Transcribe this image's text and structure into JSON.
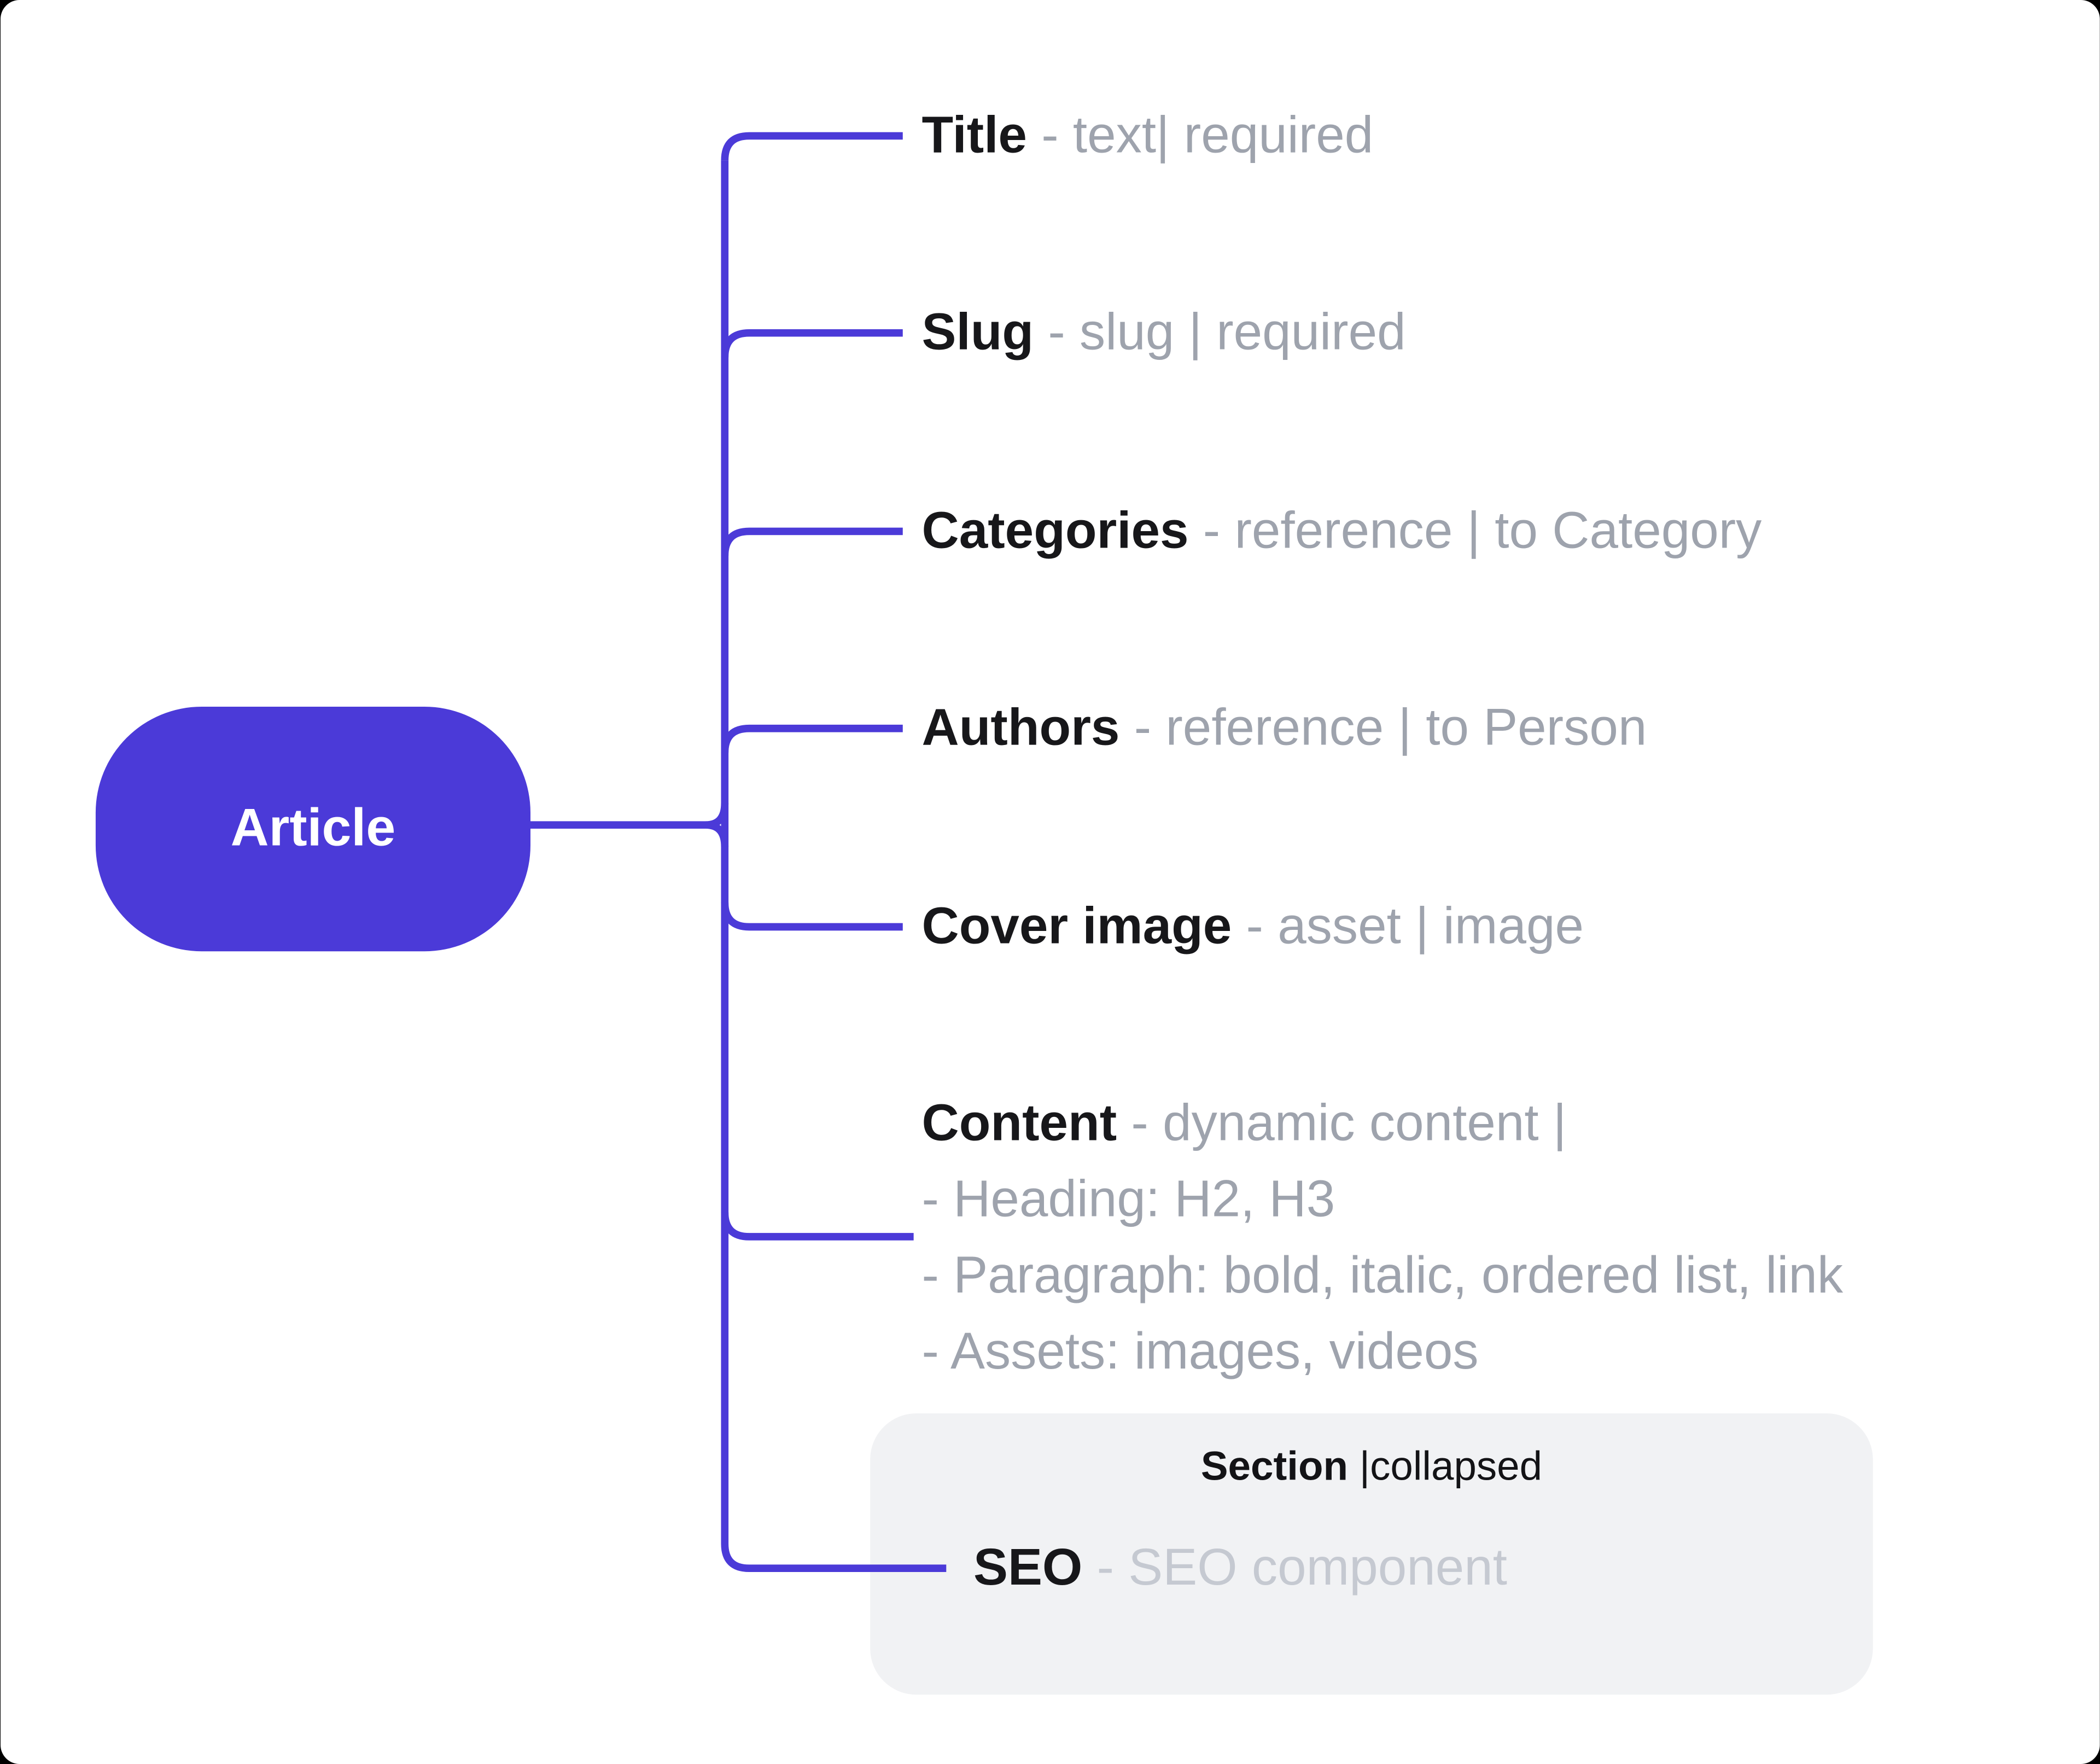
{
  "colors": {
    "accent": "#4B3AD8",
    "label": "#17171A",
    "meta": "#9EA3AD",
    "meta_light": "#C5C9D1",
    "section_bg": "#F1F2F4",
    "section_text": "#131316",
    "canvas_bg": "#FFFFFF"
  },
  "root": {
    "label": "Article"
  },
  "fields": [
    {
      "id": "title",
      "label": "Title",
      "meta": "- text| required"
    },
    {
      "id": "slug",
      "label": "Slug",
      "meta": "- slug | required"
    },
    {
      "id": "categories",
      "label": "Categories",
      "meta": "- reference | to Category"
    },
    {
      "id": "authors",
      "label": "Authors",
      "meta": "- reference | to Person"
    },
    {
      "id": "cover-image",
      "label": "Cover image",
      "meta": "- asset | image"
    },
    {
      "id": "content",
      "label": "Content",
      "meta": "- dynamic content |",
      "details": [
        "- Heading: H2, H3",
        "- Paragraph: bold, italic, ordered list, link",
        "- Assets: images, videos"
      ]
    },
    {
      "id": "seo",
      "label": "SEO",
      "meta": "- SEO component"
    }
  ],
  "section": {
    "title": "Section",
    "status": "|collapsed"
  }
}
